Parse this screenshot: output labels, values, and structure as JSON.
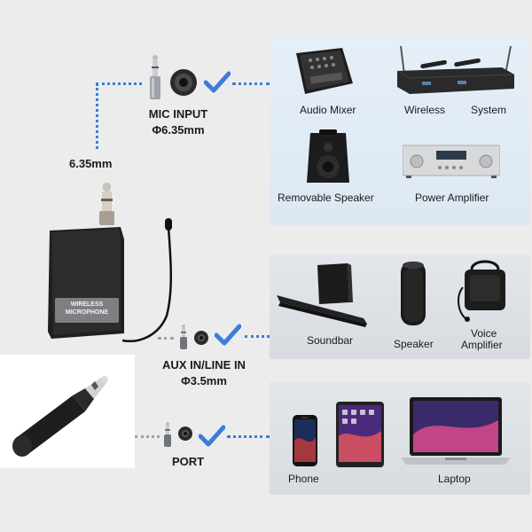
{
  "dimension_label": "6.35mm",
  "connectors": {
    "mic_input": {
      "name": "MIC INPUT",
      "size": "Φ6.35mm"
    },
    "aux_in": {
      "name": "AUX IN/LINE IN",
      "size": "Φ3.5mm"
    },
    "port": {
      "name": "PORT"
    }
  },
  "device": {
    "label_line1": "WIRELESS",
    "label_line2": "MICROPHONE"
  },
  "panels": {
    "mic_input_devices": [
      "Audio Mixer",
      "Wireless",
      "System",
      "Removable Speaker",
      "Power Amplifier"
    ],
    "aux_devices": [
      "Soundbar",
      "Speaker",
      "Voice",
      "Amplifier"
    ],
    "port_devices": [
      "Phone",
      "Laptop"
    ]
  },
  "colors": {
    "accent": "#3b7dd8",
    "background": "#ececec"
  }
}
